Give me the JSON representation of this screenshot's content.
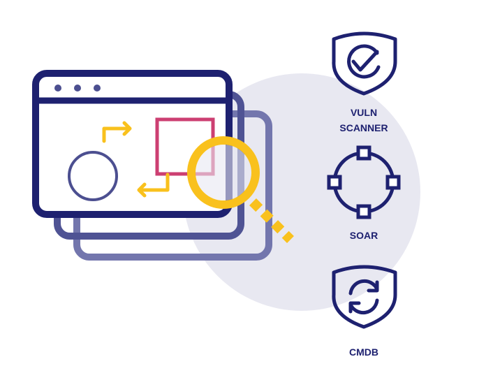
{
  "colors": {
    "navy": "#1e2170",
    "mid": "#4f5394",
    "light": "#7376ad",
    "bg_circle": "#e8e8f1",
    "pink": "#cc3f72",
    "yellow": "#f9c11d",
    "dot": "#4c4f90"
  },
  "labels": {
    "vuln_line1": "VULN",
    "vuln_line2": "SCANNER",
    "soar": "SOAR",
    "cmdb": "CMDB"
  },
  "icons": [
    "browser-window-icon",
    "magnifier-icon",
    "shield-check-icon",
    "soar-node-circle-icon",
    "shield-sync-icon"
  ]
}
